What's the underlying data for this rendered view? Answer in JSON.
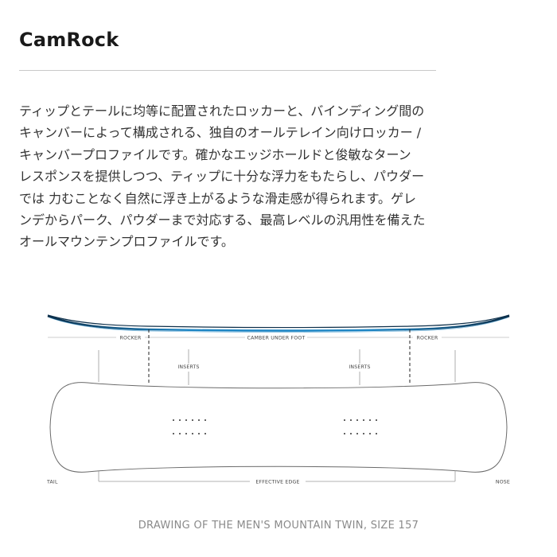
{
  "header": {
    "title": "CamRock"
  },
  "description": {
    "lines": [
      "ティップとテールに均等に配置されたロッカーと、バインディング間の",
      "キャンバーによって構成される、独自のオールテレイン向けロッカー /",
      "キャンバープロファイルです。確かなエッジホールドと俊敏なターン",
      "レスポンスを提供しつつ、ティップに十分な浮力をもたらし、パウダー",
      "では 力むことなく自然に浮き上がるような滑走感が得られます。ゲレ",
      "ンデからパーク、パウダーまで対応する、最高レベルの汎用性を備えた",
      "オールマウンテンプロファイルです。"
    ]
  },
  "diagram": {
    "labels": {
      "rocker_left": "ROCKER",
      "camber": "CAMBER UNDER FOOT",
      "rocker_right": "ROCKER",
      "inserts_left": "INSERTS",
      "inserts_right": "INSERTS",
      "tail": "TAIL",
      "effective_edge": "EFFECTIVE EDGE",
      "nose": "NOSE"
    },
    "colors": {
      "profile_dark": "#0d2f4a",
      "profile_blue": "#1f86c4",
      "outline": "#666666",
      "dash": "#222222"
    },
    "insert_pattern": "2 rows × 6 dots per binding"
  },
  "caption": "DRAWING OF THE MEN'S MOUNTAIN TWIN, SIZE 157"
}
